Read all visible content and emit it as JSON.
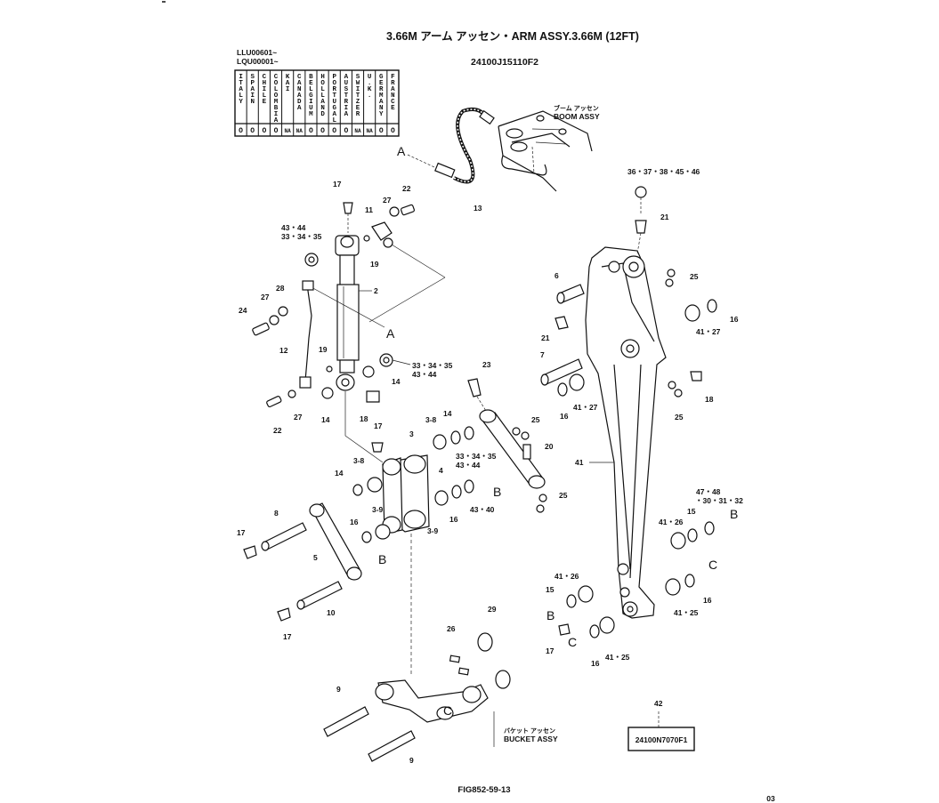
{
  "header": {
    "title": "3.66M アーム アッセン・ARM ASSY.3.66M (12FT)",
    "serial_1": "LLU00601~",
    "serial_2": "LQU00001~",
    "drawing_no": "24100J15110F2"
  },
  "country_table": {
    "countries": [
      "ITALY",
      "SPAIN",
      "CHILE",
      "COLOMBIA",
      "KAI",
      "CANADA",
      "BELGIUM",
      "HOLLAND",
      "PORTUGAL",
      "AUSTRIA",
      "SWITZER",
      "U.K.",
      "GERMANY",
      "FRANCE"
    ],
    "marks": [
      "O",
      "O",
      "O",
      "O",
      "NA",
      "NA",
      "O",
      "O",
      "O",
      "O",
      "NA",
      "NA",
      "O",
      "O"
    ]
  },
  "assembly_labels": {
    "boom_assy_jp": "ブーム アッセン",
    "boom_assy": "BOOM ASSY",
    "bucket_assy_jp": "バケット アッセン",
    "bucket_assy": "BUCKET ASSY"
  },
  "callouts": {
    "A": "A",
    "B": "B",
    "C": "C",
    "p13": "13",
    "p17": "17",
    "p27": "27",
    "p22": "22",
    "p11": "11",
    "p43_44": "43・44",
    "p33_34_35": "33・34・35",
    "p19": "19",
    "p2": "2",
    "p28": "28",
    "p24": "24",
    "p12": "12",
    "p14": "14",
    "p33_34_35_43_44a": "33・34・35",
    "p43_44b": "43・44",
    "p18": "18",
    "p3": "3",
    "p3_8": "3-8",
    "p3_9": "3-9",
    "p8": "8",
    "p5": "5",
    "p10": "10",
    "p16": "16",
    "p23": "23",
    "p25": "25",
    "p20": "20",
    "p4": "4",
    "p43_40": "43・40",
    "p36_46": "36・37・38・45・46",
    "p21": "21",
    "p6": "6",
    "p7": "7",
    "p41_27": "41・27",
    "p41": "41",
    "p47_48": "47・48",
    "p30_32": "・30・31・32",
    "p15": "15",
    "p41_26": "41・26",
    "p41_25": "41・25",
    "p26": "26",
    "p29": "29",
    "p9": "9",
    "p42": "42",
    "kit_no": "24100N7070F1"
  },
  "footer": {
    "fig_no": "FIG852-59-13",
    "page_code": "03"
  }
}
